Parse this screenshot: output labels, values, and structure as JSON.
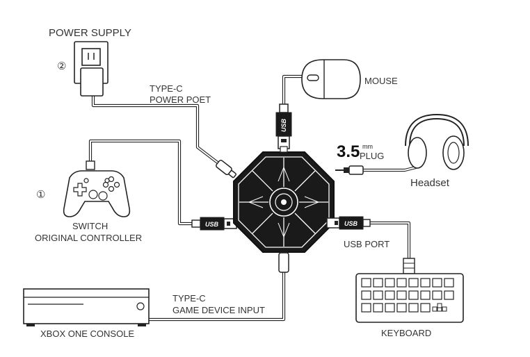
{
  "labels": {
    "power_supply": "POWER SUPPLY",
    "power_number": "②",
    "typec_power_line1": "TYPE-C",
    "typec_power_line2": "POWER POET",
    "mouse": "MOUSE",
    "plug_size": "3.5",
    "plug_unit": "mm",
    "plug_word": "PLUG",
    "headset": "Headset",
    "controller_number": "①",
    "controller_line1": "SWITCH",
    "controller_line2": "ORIGINAL CONTROLLER",
    "usb_port": "USB PORT",
    "typec_game_line1": "TYPE-C",
    "typec_game_line2": "GAME DEVICE INPUT",
    "xbox": "XBOX ONE CONSOLE",
    "keyboard": "KEYBOARD",
    "usb_mark": "USB"
  },
  "colors": {
    "line": "#222222",
    "text": "#333333",
    "hub_dark": "#1a1a1a"
  }
}
